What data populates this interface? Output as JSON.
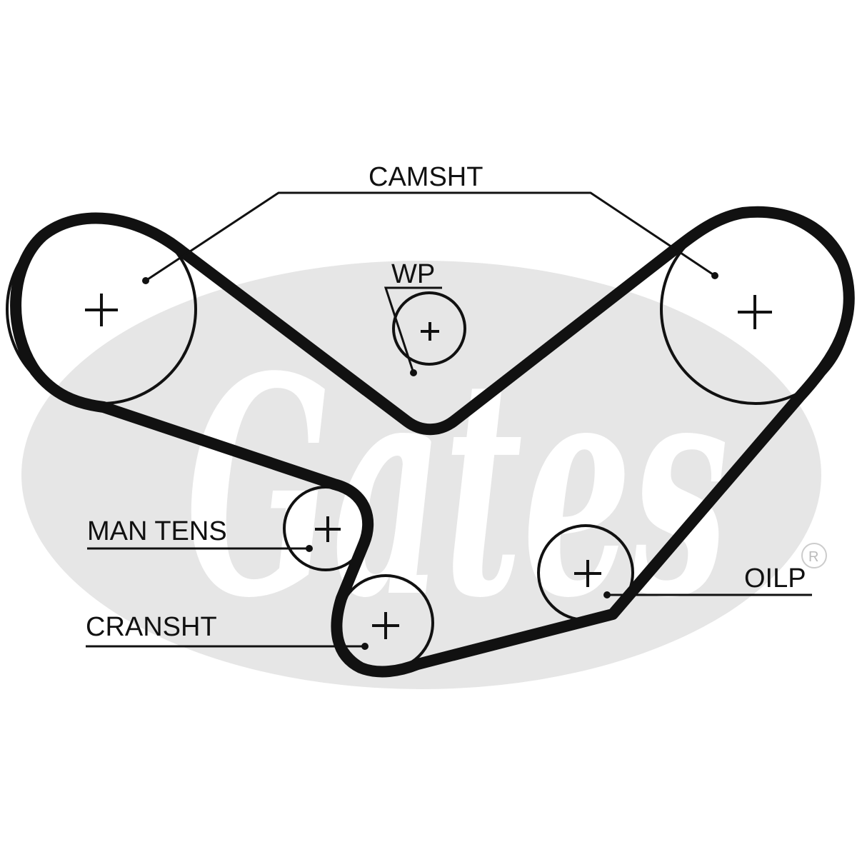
{
  "labels": {
    "camshaft": "CAMSHT",
    "water_pump": "WP",
    "manual_tensioner": "MAN TENS",
    "crankshaft": "CRANSHT",
    "oil_pump": "OILP"
  },
  "watermark": {
    "brand": "Gates",
    "registered_mark": "R"
  },
  "colors": {
    "belt": "#111111",
    "watermark": "#e6e6e6",
    "background": "#ffffff"
  }
}
